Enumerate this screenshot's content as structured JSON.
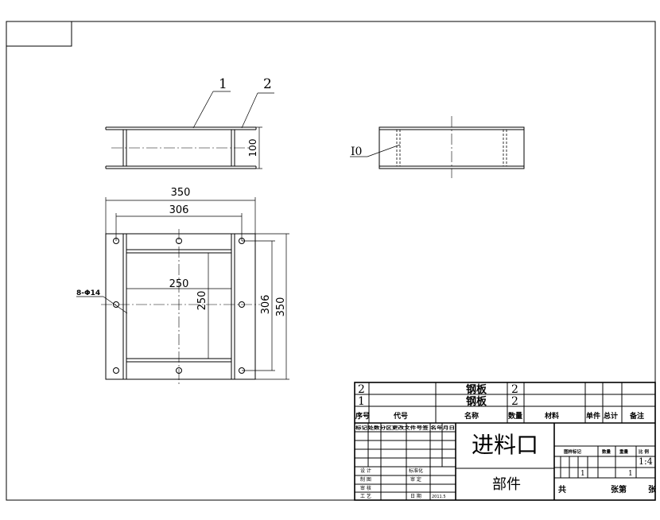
{
  "drawing": {
    "front_view": {
      "balloon_1": "1",
      "balloon_2": "2",
      "dim_height": "100"
    },
    "side_view": {
      "label": "I0"
    },
    "top_view": {
      "dim_outer_w": "350",
      "dim_inner_w": "306",
      "dim_opening_w": "250",
      "dim_opening_h": "250",
      "dim_inner_h": "306",
      "dim_outer_h": "350",
      "holes_note": "8-Φ14"
    }
  },
  "bom": {
    "rows": [
      {
        "no": "2",
        "name": "钢板",
        "qty": "2"
      },
      {
        "no": "1",
        "name": "钢板",
        "qty": "2"
      }
    ],
    "headers": {
      "no": "序号",
      "code": "代号",
      "name": "名称",
      "qty": "数量",
      "material": "材料",
      "unit_weight": "单件",
      "total_weight": "总计",
      "remarks": "备注"
    }
  },
  "title_block": {
    "revision_header": "标记处数分区更改文件号签 名年月日",
    "title": "进料口",
    "subtitle": "部件",
    "roles": {
      "design": "设 计",
      "draw": "制 图",
      "check": "审 核",
      "process": "工 艺",
      "standard": "标准化",
      "approve": "审 定",
      "date": "日 期"
    },
    "date_value": "2011.5",
    "stage_label": "图样标记",
    "weight_label": "数量",
    "weight2_label": "重量",
    "scale_label": "比 例",
    "scale": "1:4",
    "num1": "1",
    "num2": "1",
    "sheets_total": "共",
    "sheets_label1": "张第",
    "sheets_label2": "张"
  }
}
